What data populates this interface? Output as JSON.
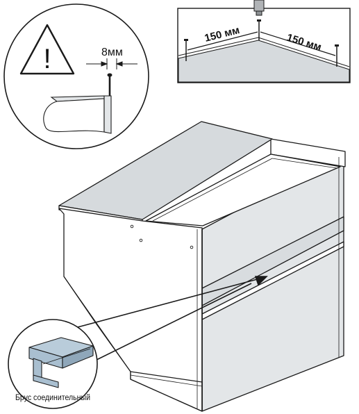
{
  "warning_callout": {
    "warning_symbol": "!",
    "gap_label": "8мм",
    "icon": "warning-triangle-icon"
  },
  "nailing_callout": {
    "left_spacing_label": "150 мм",
    "right_spacing_label": "150 мм",
    "icon": "hammer-icon"
  },
  "part_callout": {
    "part_label": "Брус соединительный"
  },
  "colors": {
    "line": "#1a1a1a",
    "panel_grey": "#e3e6e8",
    "panel_grey_dark": "#cfd3d6",
    "bar_blue": "#a9bfd0",
    "bar_blue_dark": "#8fa7ba"
  }
}
